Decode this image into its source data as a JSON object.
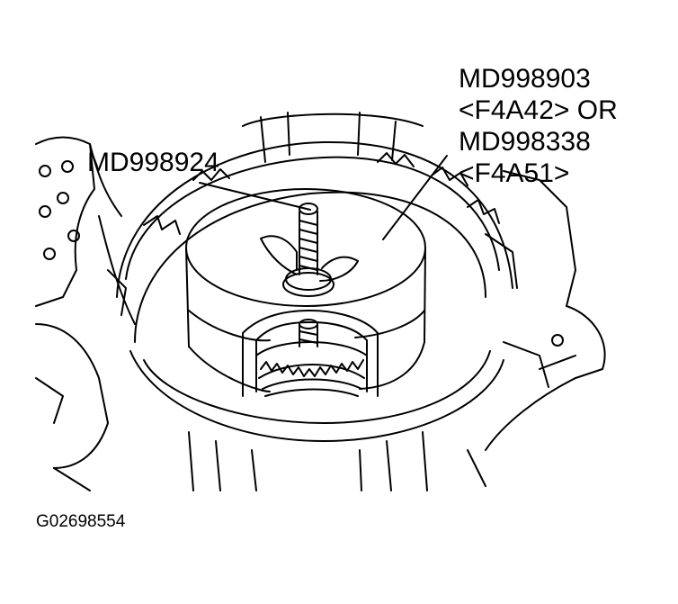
{
  "labels": {
    "tool_a": "MD998924",
    "tool_b_line1": "MD998903",
    "tool_b_line2": "<F4A42> OR",
    "tool_b_line3": "MD998338",
    "tool_b_line4": "<F4A51>"
  },
  "figure_id": "G02698554",
  "colors": {
    "ink": "#000000",
    "paper": "#ffffff"
  }
}
